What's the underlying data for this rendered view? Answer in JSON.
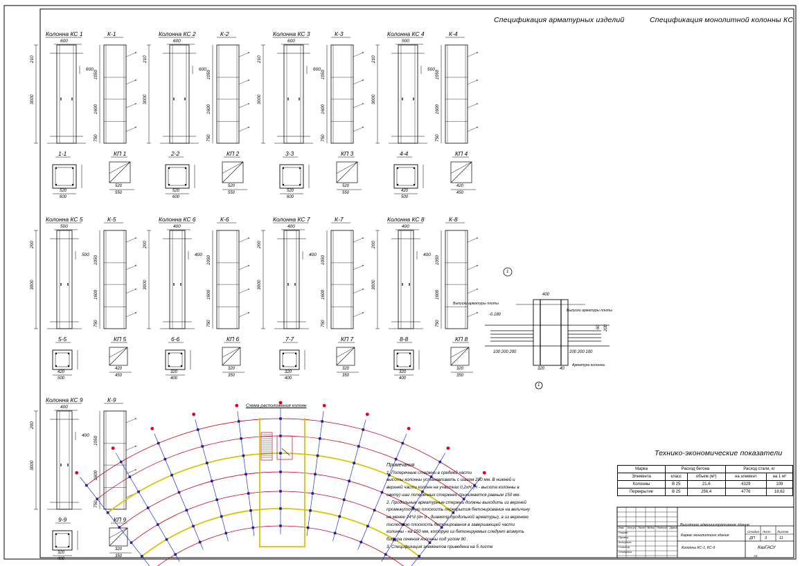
{
  "headers": {
    "spec_rebar": "Спецификация арматурных изделий",
    "spec_column": "Спецификация монолитной колонны КС",
    "tep": "Технико-экономические показатели",
    "plan": "Схема расположения колонн"
  },
  "columns": [
    {
      "title": "Колонна КС 1",
      "frame": "К-1",
      "section": "1-1",
      "section_frame": "КП 1",
      "width": "600",
      "h1": "3000",
      "h2": "210",
      "inner": "600",
      "hm": "1050",
      "mid": "1600",
      "low": "750",
      "s_a": "520",
      "s_b": "550",
      "s_c": "600"
    },
    {
      "title": "Колонна КС 2",
      "frame": "К-2",
      "section": "2-2",
      "section_frame": "КП 2",
      "width": "600",
      "h1": "3000",
      "h2": "210",
      "inner": "600",
      "hm": "1050",
      "mid": "1600",
      "low": "750",
      "s_a": "520",
      "s_b": "550",
      "s_c": "600"
    },
    {
      "title": "Колонна КС 3",
      "frame": "К-3",
      "section": "3-3",
      "section_frame": "КП 3",
      "width": "600",
      "h1": "3000",
      "h2": "210",
      "inner": "600",
      "hm": "1050",
      "mid": "1600",
      "low": "750",
      "s_a": "520",
      "s_b": "550",
      "s_c": "600"
    },
    {
      "title": "Колонна КС 4",
      "frame": "К-4",
      "section": "4-4",
      "section_frame": "КП 4",
      "width": "500",
      "h1": "3000",
      "h2": "210",
      "inner": "500",
      "hm": "1050",
      "mid": "1600",
      "low": "750",
      "s_a": "420",
      "s_b": "450",
      "s_c": "500"
    },
    {
      "title": "Колонна КС 5",
      "frame": "К-5",
      "section": "5-5",
      "section_frame": "КП 5",
      "width": "500",
      "h1": "3000",
      "h2": "200",
      "inner": "500",
      "hm": "1050",
      "mid": "1600",
      "low": "750",
      "s_a": "420",
      "s_b": "450",
      "s_c": "500"
    },
    {
      "title": "Колонна КС 6",
      "frame": "К-6",
      "section": "6-6",
      "section_frame": "КП 6",
      "width": "400",
      "h1": "3000",
      "h2": "200",
      "inner": "400",
      "hm": "1050",
      "mid": "1600",
      "low": "750",
      "s_a": "320",
      "s_b": "350",
      "s_c": "400"
    },
    {
      "title": "Колонна КС 7",
      "frame": "К-7",
      "section": "7-7",
      "section_frame": "КП 7",
      "width": "400",
      "h1": "3000",
      "h2": "200",
      "inner": "400",
      "hm": "1050",
      "mid": "1600",
      "low": "750",
      "s_a": "320",
      "s_b": "350",
      "s_c": "400"
    },
    {
      "title": "Колонна КС 8",
      "frame": "К-8",
      "section": "8-8",
      "section_frame": "КП 8",
      "width": "400",
      "h1": "3000",
      "h2": "200",
      "inner": "400",
      "hm": "1050",
      "mid": "1600",
      "low": "750",
      "s_a": "320",
      "s_b": "350",
      "s_c": "400"
    },
    {
      "title": "Колонна КС 9",
      "frame": "К-9",
      "section": "9-9",
      "section_frame": "КП 9",
      "width": "400",
      "h1": "3000",
      "h2": "200",
      "inner": "400",
      "hm": "1050",
      "mid": "1600",
      "low": "750",
      "s_a": "320",
      "s_b": "350",
      "s_c": "400"
    }
  ],
  "node": {
    "marker": "1",
    "dim_top": "400",
    "elev": "-0.180",
    "lbl_left": "Выпуски арматуры плиты",
    "lbl_right": "Выпуски арматуры плиты",
    "lbl_col": "Арматура колонны",
    "dims_left": "100 200 200",
    "dims_right": "200 200 100",
    "dim_v1": "60",
    "dim_v2": "200",
    "dim_bottom": "320",
    "dim_b2": "40",
    "marker_bottom": "1"
  },
  "notes": {
    "title": "Примечания",
    "lines": [
      "1.  Поперечные стержни   в средней части",
      "высоты колонны устанавливать с шагом 200 мм. В нижней и",
      "верхней части колонн на участках 0,2хН (Н - высота колонны в",
      "свету) шаг поперечных стержней принимается равным 150 мм.",
      "2. Продольные арматурные стержни должны выходить из верхней",
      "промежуточную плоскость перекрытия бетонирования на величину",
      " не менее 24*d (d= d - диаметр продольной арматуры), а из верхнюю",
      "последнюю плоскость бетонирования в завершающей части",
      "колонны - на 250 мм, которую из бетонируемых следует возмуть",
      "бифура сечения колонны под углом 90 .",
      "3. Спецификация элементов приведена на 5 листе"
    ]
  },
  "tep_table": {
    "head1": [
      "Марка",
      "Расход бетона",
      "Расход стали, кг"
    ],
    "head2": [
      "Элемента",
      "класс",
      "объем (м³)",
      "на элемент",
      "на 1 м³"
    ],
    "rows": [
      [
        "Колонны",
        "В 25",
        "21,6",
        "4329",
        "109"
      ],
      [
        "Перекрытие",
        "В 25",
        "256,4",
        "4776",
        "18,62"
      ]
    ]
  },
  "stamp": {
    "project": "Высотное административное здание",
    "sheet_title": "Каркас монолитного здания",
    "stage_h": "Стадия",
    "sheet_h": "Лист",
    "sheets_h": "Листов",
    "stage": "ДП",
    "sheet": "3",
    "sheets": "11",
    "drawing": "Колонны КС-1, КС-9",
    "org": "КазГАСУ",
    "row_labels": [
      "Изм.",
      "Кол.уч",
      "Лист",
      "№док",
      "Подпись",
      "Дата"
    ],
    "roles": [
      "Разраб.",
      "Провер.",
      "Консульт.",
      "Н.контр.",
      "Утвердил"
    ],
    "format": "А1"
  }
}
